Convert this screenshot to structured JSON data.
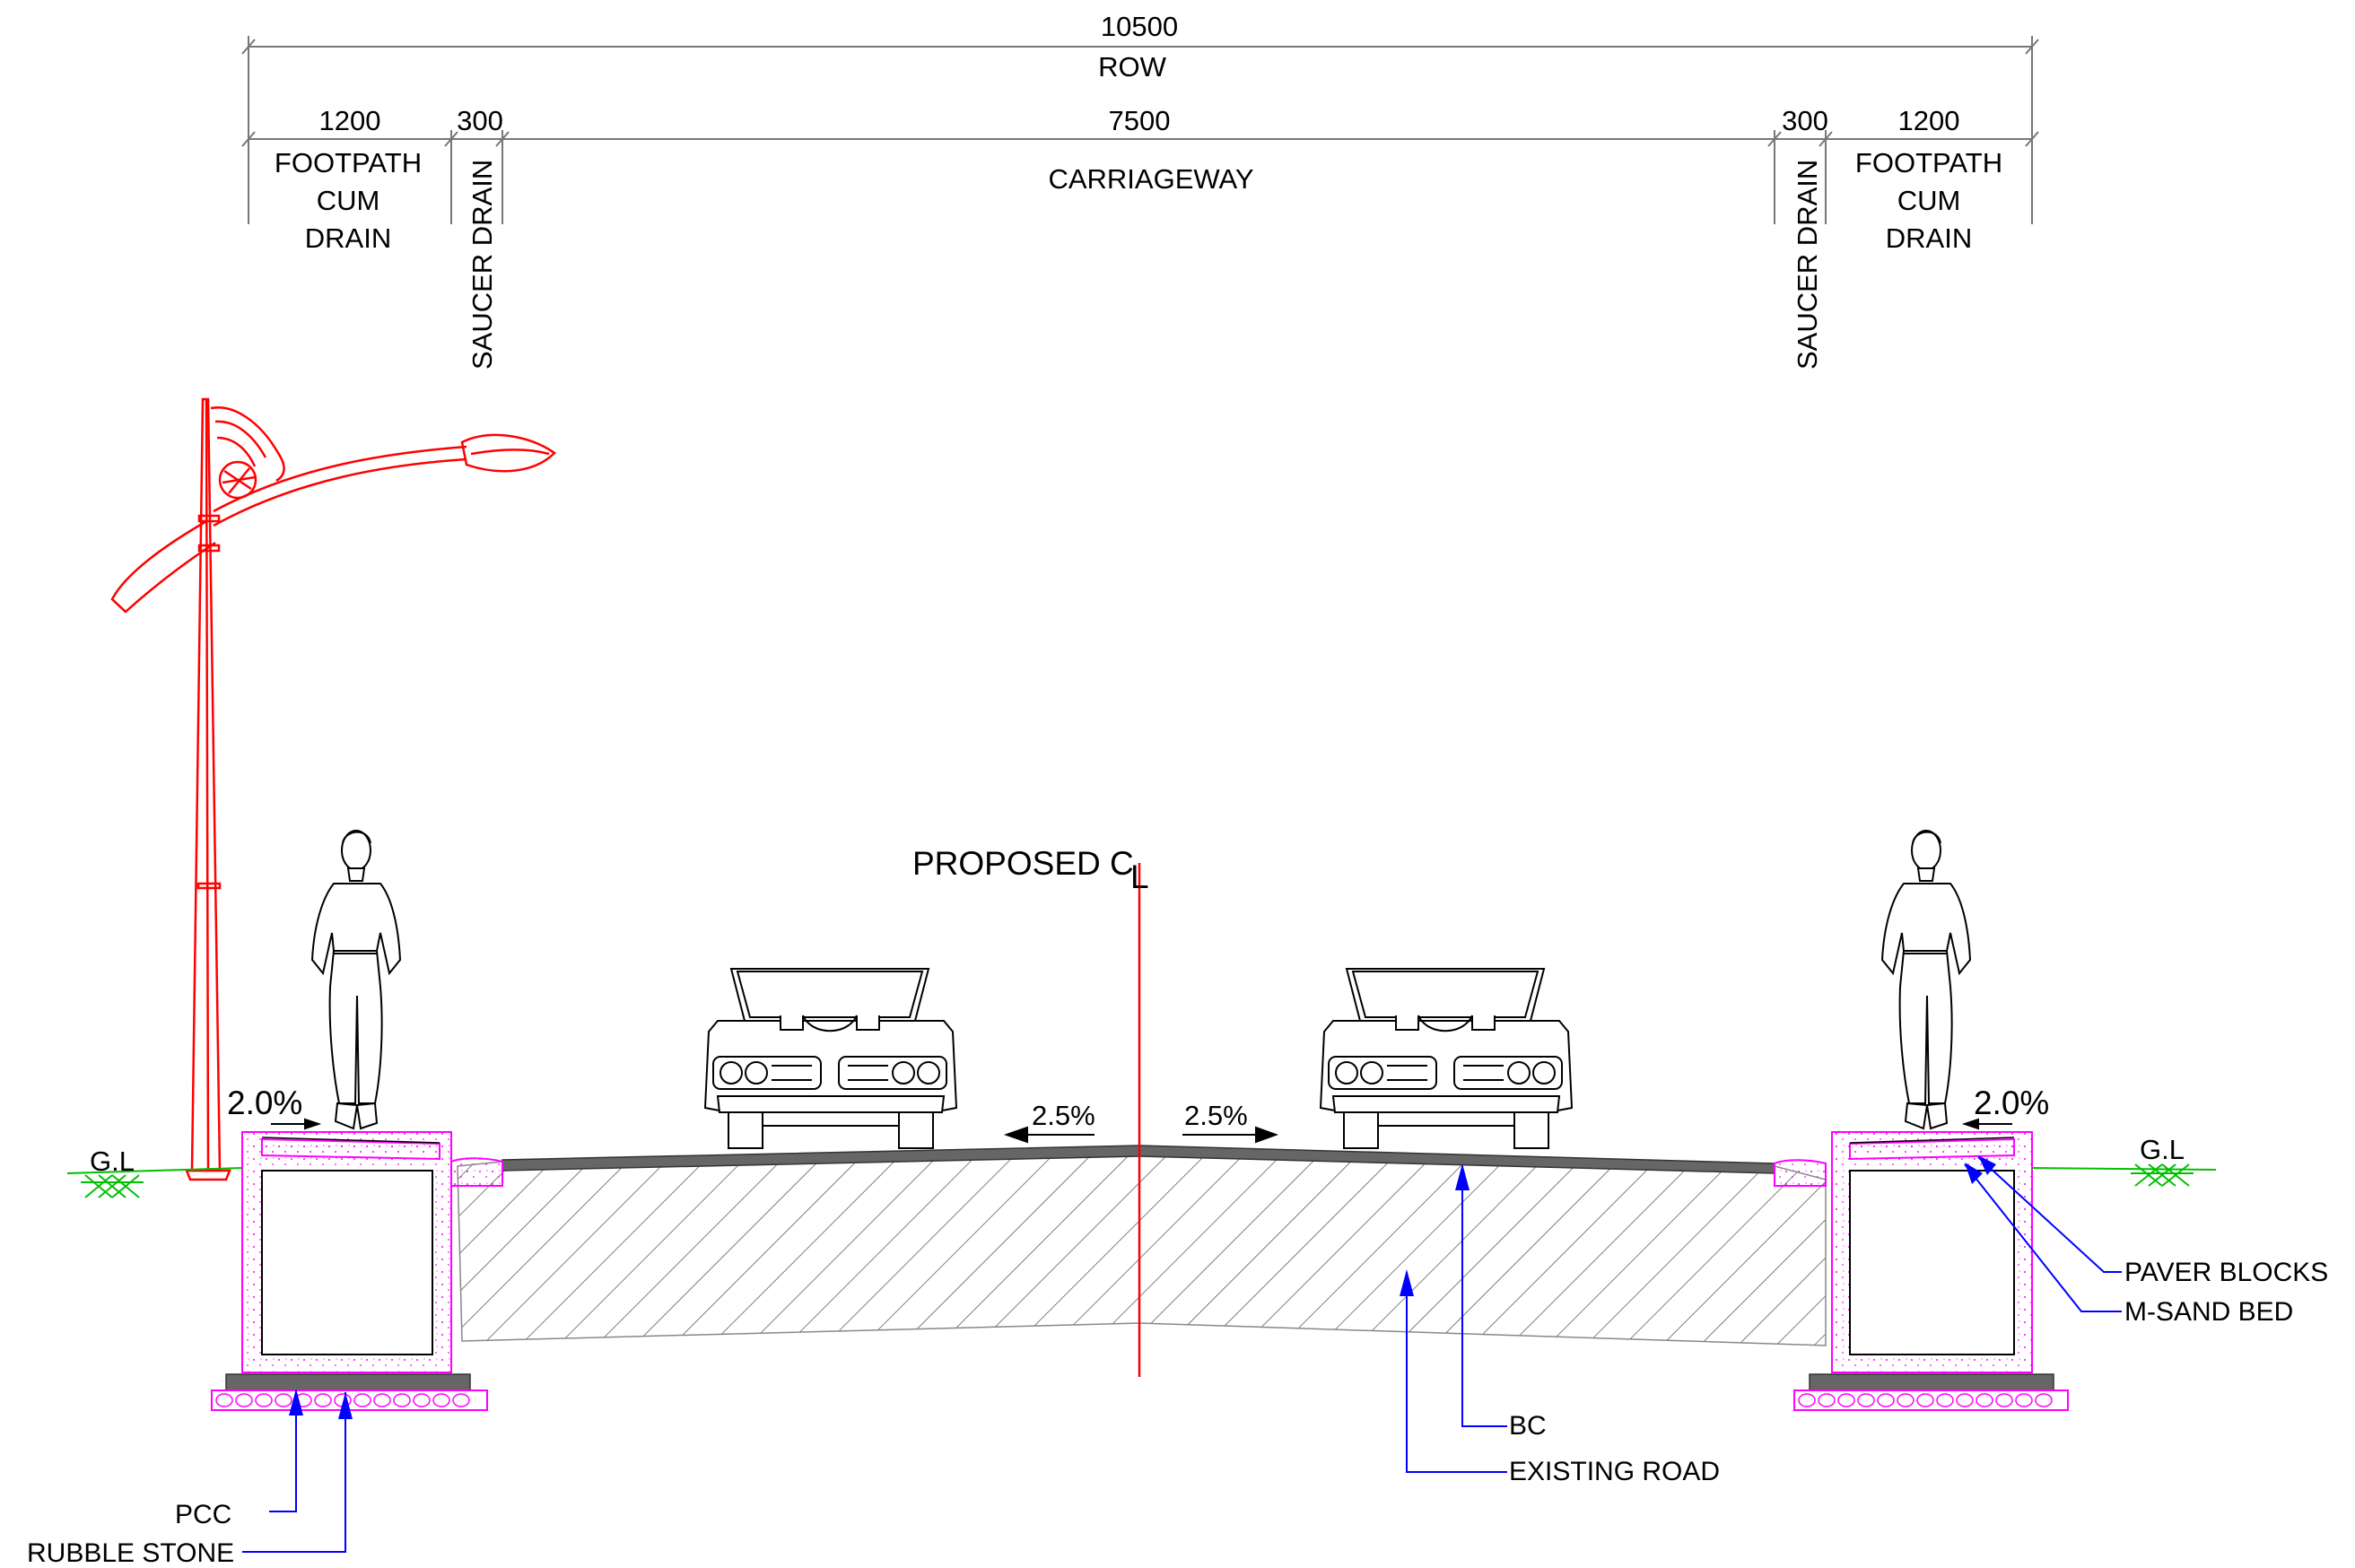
{
  "dimensions": {
    "total_value": "10500",
    "total_label": "ROW",
    "left_footpath_value": "1200",
    "left_footpath_label": [
      "FOOTPATH",
      "CUM",
      "DRAIN"
    ],
    "left_saucer_value": "300",
    "left_saucer_label": "SAUCER DRAIN",
    "carriageway_value": "7500",
    "carriageway_label": "CARRIAGEWAY",
    "right_saucer_value": "300",
    "right_saucer_label": "SAUCER DRAIN",
    "right_footpath_value": "1200",
    "right_footpath_label": [
      "FOOTPATH",
      "CUM",
      "DRAIN"
    ]
  },
  "centerline": {
    "label": "PROPOSED C",
    "suffix": "L"
  },
  "slopes": {
    "left_footpath": "2.0%",
    "right_footpath": "2.0%",
    "left_carriageway": "2.5%",
    "right_carriageway": "2.5%"
  },
  "ground_level": {
    "left": "G.L",
    "right": "G.L"
  },
  "callouts": {
    "pcc": "PCC",
    "rubble_stone": "RUBBLE STONE",
    "bc": "BC",
    "existing_road": "EXISTING ROAD",
    "paver_blocks": "PAVER BLOCKS",
    "m_sand_bed": "M-SAND BED"
  },
  "colors": {
    "line": "#000000",
    "streetlight": "#ff0000",
    "centerline": "#ff0000",
    "drain": "#ff00ff",
    "ground": "#00c000",
    "callout": "#0000ff",
    "asphalt": "#666666",
    "hatch": "#555555"
  }
}
